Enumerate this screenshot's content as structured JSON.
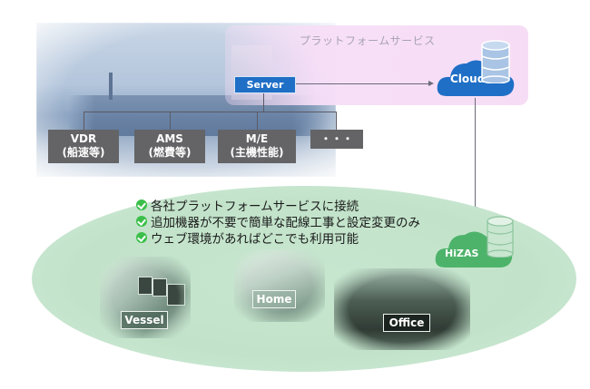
{
  "platform": {
    "title": "プラットフォームサービス",
    "server_label": "Server",
    "cloud_label": "Cloud",
    "colors": {
      "panel": "#f6ddf5",
      "server": "#1f6fc6",
      "cloud": "#1f6fc6"
    }
  },
  "devices": [
    {
      "name": "VDR",
      "sub": "(船速等)"
    },
    {
      "name": "AMS",
      "sub": "(燃費等)"
    },
    {
      "name": "M/E",
      "sub": "(主機性能)"
    },
    {
      "name": "・・・",
      "sub": ""
    }
  ],
  "features": [
    "各社プラットフォームサービスに接続",
    "追加機器が不要で簡単な配線工事と設定変更のみ",
    "ウェブ環境があればどこでも利用可能"
  ],
  "hizas": {
    "label": "HiZAS",
    "color": "#4db36a"
  },
  "locations": {
    "vessel": "Vessel",
    "home": "Home",
    "office": "Office"
  },
  "colors": {
    "ellipse": "#c4e4cc",
    "check": "#3cbf4a",
    "device_box": "#646466"
  }
}
